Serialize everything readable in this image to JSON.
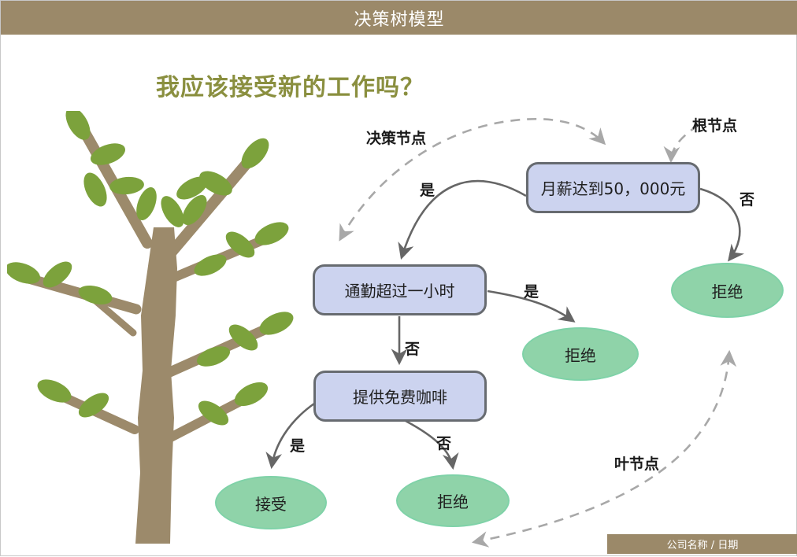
{
  "slide": {
    "header_title": "决策树模型",
    "question_title": "我应该接受新的工作吗？",
    "footer_text": "公司名称 / 日期"
  },
  "diagram": {
    "nodes": {
      "root": "月薪达到50，000元",
      "commute": "通勤超过一小时",
      "coffee": "提供免费咖啡"
    },
    "leaves": {
      "reject_right": "拒绝",
      "reject_mid": "拒绝",
      "accept": "接受",
      "reject_bottom": "拒绝"
    },
    "edge_labels": {
      "root_yes": "是",
      "root_no": "否",
      "commute_yes": "是",
      "commute_no": "否",
      "coffee_yes": "是",
      "coffee_no": "否"
    },
    "annotations": {
      "decision_node": "决策节点",
      "root_node": "根节点",
      "leaf_node": "叶节点"
    }
  },
  "colors": {
    "header_bar": "#9b8969",
    "question_title": "#8a8f3f",
    "decision_node_fill": "#ccd3ef",
    "decision_node_border": "#676b70",
    "leaf_node_fill": "#8fd3a9",
    "leaf_node_border": "#7fd2a8",
    "solid_connector": "#666666",
    "dashed_connector": "#a8a8a8",
    "tree_trunk": "#9c8a6b",
    "tree_leaf": "#7ca23c"
  }
}
